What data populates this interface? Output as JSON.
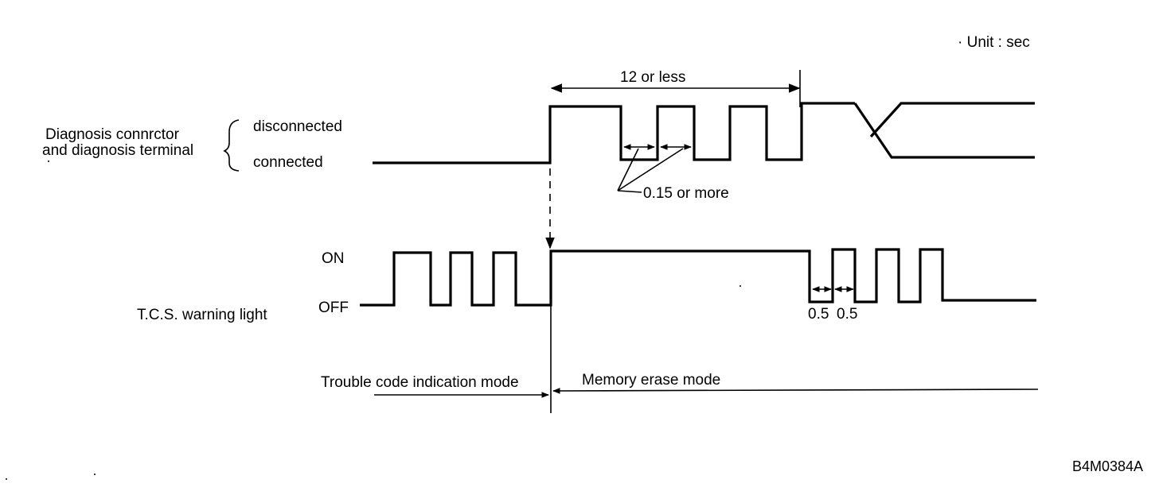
{
  "unit": "· Unit : sec",
  "label_12": "12 or less",
  "label_015": "0.15 or more",
  "label_05a": "0.5",
  "label_05b": "0.5",
  "diag_label_1": "Diagnosis connrctor",
  "diag_label_2": "and diagnosis terminal",
  "disconnected": "disconnected",
  "connected": "connected",
  "on": "ON",
  "off": "OFF",
  "tcs": "T.C.S. warning light",
  "mode_trouble": "Trouble code indication mode",
  "mode_erase": "Memory erase mode",
  "figure_id": "B4M0384A"
}
